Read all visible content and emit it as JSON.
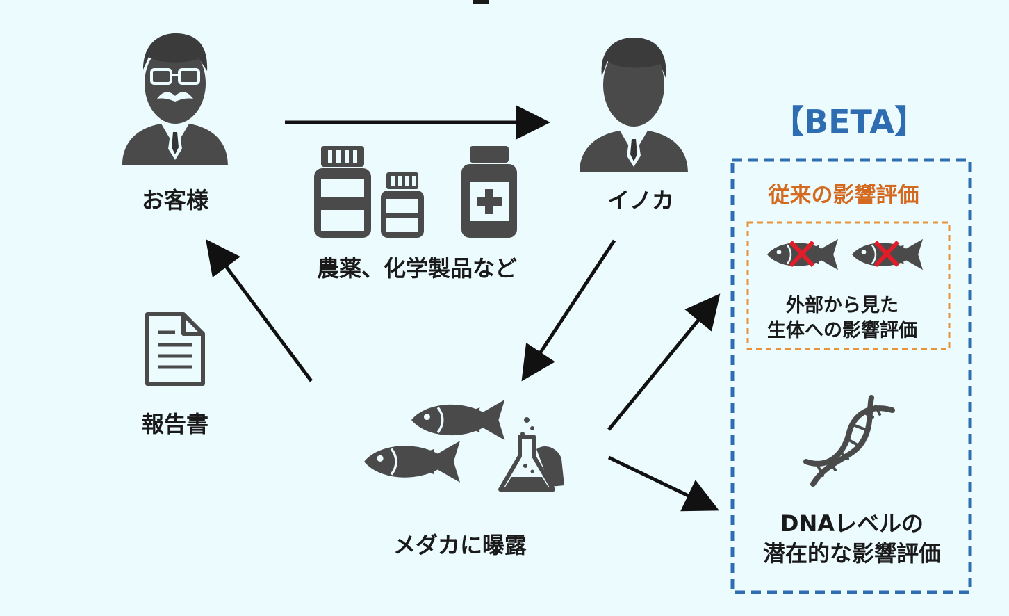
{
  "customer": {
    "label": "お客様",
    "icon": "businessman-with-glasses-icon"
  },
  "inoka": {
    "label": "イノカ",
    "icon": "businessman-icon"
  },
  "chemicals": {
    "label": "農薬、化学製品など",
    "icons": [
      "bottle-icon",
      "small-bottle-icon",
      "medicine-bottle-icon"
    ]
  },
  "report": {
    "label": "報告書",
    "icon": "document-icon"
  },
  "exposure": {
    "label": "メダカに曝露",
    "icons": [
      "fish-icon",
      "flask-icon"
    ]
  },
  "beta_box": {
    "title": "【BETA】",
    "conventional": {
      "title": "従来の影響評価",
      "line1": "外部から見た",
      "line2": "生体への影響評価"
    },
    "dna": {
      "line1": "DNAレベルの",
      "line2": "潜在的な影響評価"
    }
  },
  "colors": {
    "background": "#ecfbfe",
    "icon": "#4a4a4a",
    "beta_blue": "#2f6db3",
    "conventional_orange": "#d46a1f",
    "dashed_orange": "#e8923a",
    "cross_red": "#e11d2a"
  }
}
